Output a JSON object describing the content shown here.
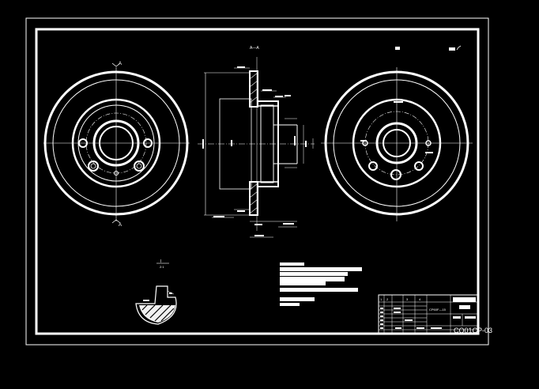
{
  "section_label": "A—A",
  "part_code": "CP60F—15",
  "corner_code": "CQ01CP-03",
  "detail_label": "I",
  "detail_scale": "2:1",
  "view_letter_a": "A",
  "title_block_row_numbers": [
    "1",
    "2",
    "3",
    "4"
  ]
}
